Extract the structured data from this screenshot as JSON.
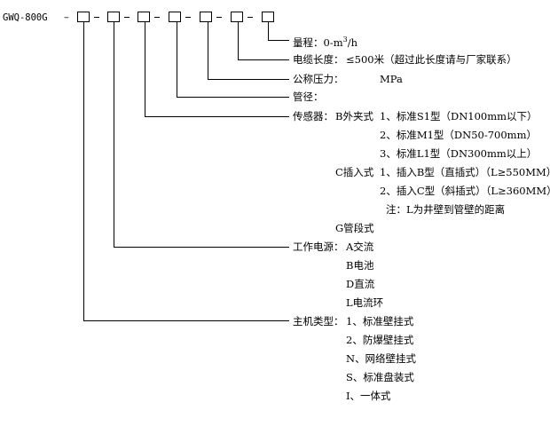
{
  "model": "GWQ-800G",
  "dash": "–",
  "range": {
    "label": "量程：",
    "value_prefix": "0-m",
    "value_sup": "3",
    "value_suffix": "/h"
  },
  "cable": {
    "label": "电缆长度：",
    "value": "≤500米（超过此长度请与厂家联系）"
  },
  "pressure": {
    "label": "公称压力：",
    "value": "MPa"
  },
  "pipe": {
    "label": "管径："
  },
  "sensor": {
    "label": "传感器：",
    "groupB": "B外夹式",
    "b_items": [
      "1、标准S1型（DN100mm以下）",
      "2、标准M1型（DN50-700mm）",
      "3、标准L1型（DN300mm以上）"
    ],
    "groupC": "C插入式",
    "c_items": [
      "1、插入B型（直插式）（L≥550MM）",
      "2、插入C型（斜插式）（L≥360MM）"
    ],
    "note": "注：L为井壁到管壁的距离",
    "groupG": "G管段式"
  },
  "power": {
    "label": "工作电源：",
    "items": [
      "A交流",
      "B电池",
      "D直流",
      "L电流环"
    ]
  },
  "host": {
    "label": "主机类型：",
    "items": [
      "1、标准壁挂式",
      "2、防爆壁挂式",
      "N、网络壁挂式",
      "S、标准盘装式",
      "I、一体式"
    ]
  }
}
